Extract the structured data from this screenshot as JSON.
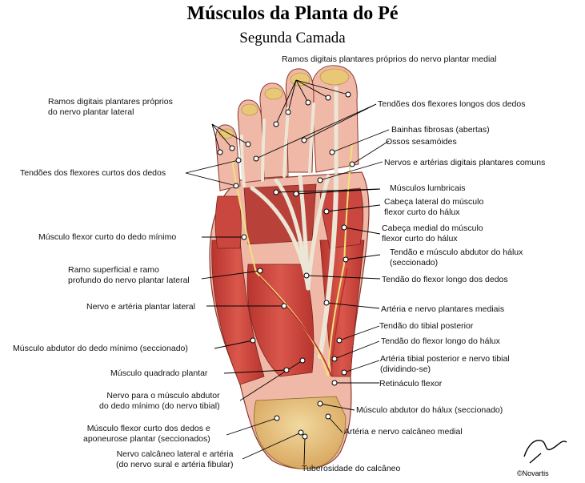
{
  "title": "Músculos da Planta do Pé",
  "subtitle": "Segunda Camada",
  "credit": "©Novartis",
  "labels": {
    "l_ramos_prop_medial": "Ramos digitais plantares próprios do nervo plantar medial",
    "l_ramos_prop_lateral": "Ramos digitais plantares próprios\ndo nervo plantar lateral",
    "l_tend_flex_longos": "Tendões dos flexores longos dos dedos",
    "l_bainhas": "Bainhas fibrosas (abertas)",
    "l_ossos": "Ossos sesamóides",
    "l_nervos_comuns": "Nervos e artérias digitais plantares comuns",
    "l_tend_flex_curtos": "Tendões dos flexores curtos dos dedos",
    "l_lumbricais": "Músculos lumbricais",
    "l_cab_lateral": "Cabeça lateral do músculo\nflexor curto do hálux",
    "l_flex_curto_minimo": "Músculo flexor curto do dedo mínimo",
    "l_cab_medial": "Cabeça medial do músculo\nflexor curto do hálux",
    "l_tend_abdutor_halux": "Tendão e músculo abdutor do hálux\n(seccionado)",
    "l_ramo_superficial": "Ramo superficial e ramo\nprofundo do nervo plantar lateral",
    "l_tend_flex_longo": "Tendão do flexor longo dos dedos",
    "l_nervo_art_lateral": "Nervo e artéria plantar lateral",
    "l_art_nervo_mediais": "Artéria e nervo plantares mediais",
    "l_tend_tibial": "Tendão do tibial posterior",
    "l_abdutor_minimo": "Músculo abdutor do dedo mínimo (seccionado)",
    "l_tend_flex_halux": "Tendão do flexor longo do hálux",
    "l_art_tibial": "Artéria tibial posterior e nervo tibial\n(dividindo-se)",
    "l_quadrado": "Músculo quadrado plantar",
    "l_retinaculo": "Retináculo flexor",
    "l_nervo_abdutor": "Nervo para o músculo abdutor\ndo dedo mínimo (do nervo tibial)",
    "l_abdutor_halux": "Músculo abdutor do hálux (seccionado)",
    "l_flex_curto_apon": "Músculo flexor curto dos dedos e\naponeurose plantar (seccionados)",
    "l_art_calcaneo": "Artéria e nervo calcâneo medial",
    "l_nervo_calcaneo": "Nervo calcâneo lateral e artéria\n(do nervo sural e artéria fibular)",
    "l_tuberosidade": "Tuberosidade do calcâneo"
  },
  "colors": {
    "muscle": "#c9473f",
    "muscle_dark": "#9c2a26",
    "tendon": "#ece6d6",
    "nerve": "#efe27a",
    "artery": "#b8322e",
    "bone": "#e8c777",
    "skin": "#f0b8a6"
  }
}
